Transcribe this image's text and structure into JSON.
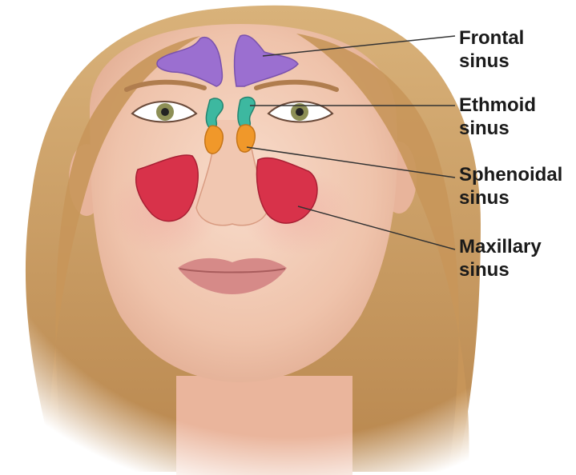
{
  "labels": {
    "frontal": {
      "line1": "Frontal",
      "line2": "sinus",
      "color": "#9b6fd0"
    },
    "ethmoid": {
      "line1": "Ethmoid",
      "line2": "sinus",
      "color": "#3db8a0"
    },
    "sphenoidal": {
      "line1": "Sphenoidal",
      "line2": "sinus",
      "color": "#f0982a"
    },
    "maxillary": {
      "line1": "Maxillary",
      "line2": "sinus",
      "color": "#d8324a"
    }
  },
  "colors": {
    "skin": "#f3cdb8",
    "hair": "#c89a5e",
    "background": "#ffffff",
    "leader_line": "#333333"
  }
}
